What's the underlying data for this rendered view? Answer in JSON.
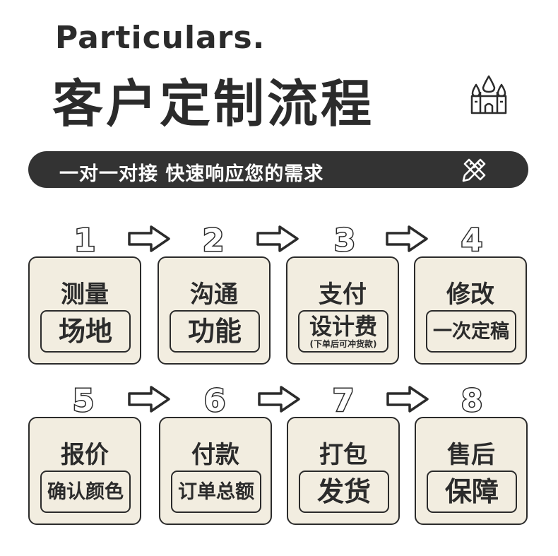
{
  "header": {
    "title_en": "Particulars.",
    "title_cn": "客户定制流程"
  },
  "banner": {
    "text": "一对一对接  快速响应您的需求"
  },
  "icons": {
    "header_icon": "castle-icon",
    "banner_icon": "pencil-ruler-icon",
    "step_arrow": "arrow-right-icon"
  },
  "colors": {
    "dark": "#2b2b2b",
    "card_bg": "#f2ede0",
    "banner_bg": "#333333"
  },
  "steps": [
    {
      "number": "1",
      "label": "测量",
      "detail": "场地",
      "note": ""
    },
    {
      "number": "2",
      "label": "沟通",
      "detail": "功能",
      "note": ""
    },
    {
      "number": "3",
      "label": "支付",
      "detail": "设计费",
      "note": "(下单后可冲货款)"
    },
    {
      "number": "4",
      "label": "修改",
      "detail": "一次定稿",
      "note": ""
    },
    {
      "number": "5",
      "label": "报价",
      "detail": "确认颜色",
      "note": ""
    },
    {
      "number": "6",
      "label": "付款",
      "detail": "订单总额",
      "note": ""
    },
    {
      "number": "7",
      "label": "打包",
      "detail": "发货",
      "note": ""
    },
    {
      "number": "8",
      "label": "售后",
      "detail": "保障",
      "note": ""
    }
  ]
}
